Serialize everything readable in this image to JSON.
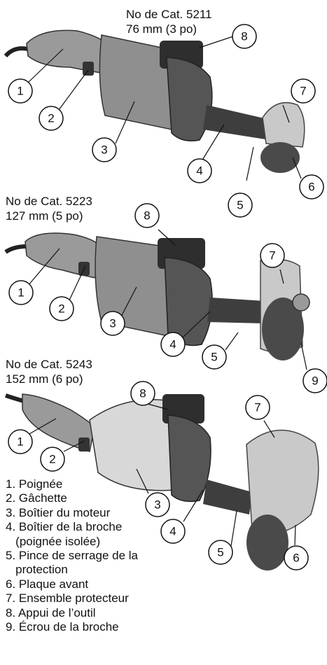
{
  "tools": [
    {
      "cat_no": "No de Cat. 5211",
      "size": "76 mm (3 po)"
    },
    {
      "cat_no": "No de Cat. 5223",
      "size": "127 mm (5 po)"
    },
    {
      "cat_no": "No de Cat. 5243",
      "size": "152 mm (6 po)"
    }
  ],
  "callouts": {
    "c1": "1",
    "c2": "2",
    "c3": "3",
    "c4": "4",
    "c5": "5",
    "c6": "6",
    "c7": "7",
    "c8": "8",
    "c9": "9"
  },
  "legend": [
    "1. Poignée",
    "2. Gâchette",
    "3. Boîtier du moteur",
    "4. Boîtier de la broche",
    "   (poignée isolée)",
    "5. Pince de serrage de la",
    "   protection",
    "6. Plaque avant",
    "7. Ensemble protecteur",
    "8. Appui de l’outil",
    "9. Écrou de la broche"
  ],
  "colors": {
    "body": "#8f8f8f",
    "body_dark": "#5e5e5e",
    "spindle": "#3e3e3e",
    "guard": "#c9c9c9",
    "wheel": "#4a4a4a"
  }
}
